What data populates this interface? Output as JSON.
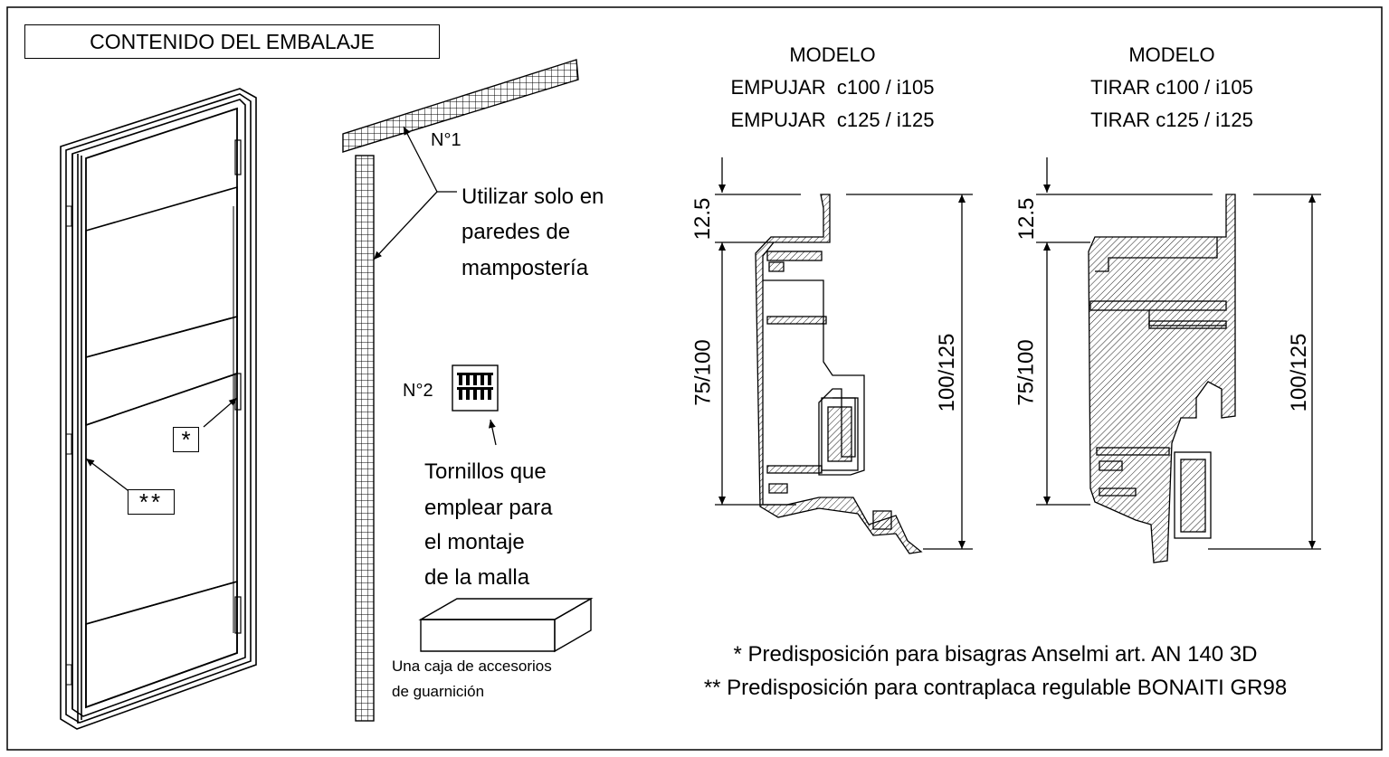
{
  "sheet": {
    "title": "CONTENIDO DEL EMBALAJE"
  },
  "door": {
    "marker_single": "*",
    "marker_double": "**"
  },
  "mesh": {
    "n1_label": "N°1",
    "usage_note": [
      "Utilizar solo en",
      "paredes de",
      "mampostería"
    ]
  },
  "screws": {
    "n2_label": "N°2",
    "note": [
      "Tornillos que",
      "emplear para",
      "el montaje",
      "de la malla"
    ]
  },
  "accessory_box": {
    "note": [
      "Una caja de accesorios",
      "de guarnición"
    ]
  },
  "profile_push": {
    "heading": [
      "MODELO",
      "EMPUJAR  c100 / i105",
      "EMPUJAR  c125 / i125"
    ],
    "dim_top": "12.5",
    "dim_left": "75/100",
    "dim_right": "100/125"
  },
  "profile_pull": {
    "heading": [
      "MODELO",
      "TIRAR c100 / i105",
      "TIRAR c125 / i125"
    ],
    "dim_top": "12.5",
    "dim_left": "75/100",
    "dim_right": "100/125"
  },
  "footnotes": [
    "* Predisposición para bisagras Anselmi art. AN 140 3D",
    "** Predisposición para contraplaca regulable BONAITI GR98"
  ]
}
